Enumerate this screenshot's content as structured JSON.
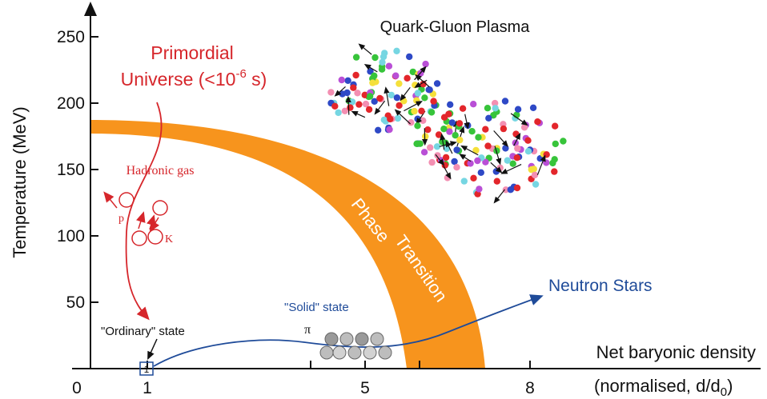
{
  "y_axis": {
    "label": "Temperature (MeV)",
    "ticks": [
      "250",
      "200",
      "150",
      "100",
      "50"
    ]
  },
  "x_axis": {
    "label": "Net baryonic density",
    "sublabel": "(normalised, d/d",
    "sublabel_sub": "0",
    "sublabel_end": ")",
    "ticks": [
      "0",
      "1",
      "5",
      "8"
    ]
  },
  "labels": {
    "qgp_title": "Quark-Gluon Plasma",
    "primordial_line1": "Primordial",
    "primordial_line2": "Universe (<10",
    "primordial_sup": "-6",
    "primordial_end": " s)",
    "hadronic_gas": "Hadronic gas",
    "p": "p",
    "k": "K",
    "ordinary_state": "\"Ordinary\" state",
    "ordinary_marker": "1",
    "solid_state": "\"Solid\" state",
    "pi": "π",
    "neutron_stars": "Neutron Stars",
    "phase_line1": "Phase",
    "phase_line2": "Transition"
  },
  "colors": {
    "phase_band": "#f7941d",
    "red": "#d6262b",
    "blue": "#1f4b99"
  }
}
